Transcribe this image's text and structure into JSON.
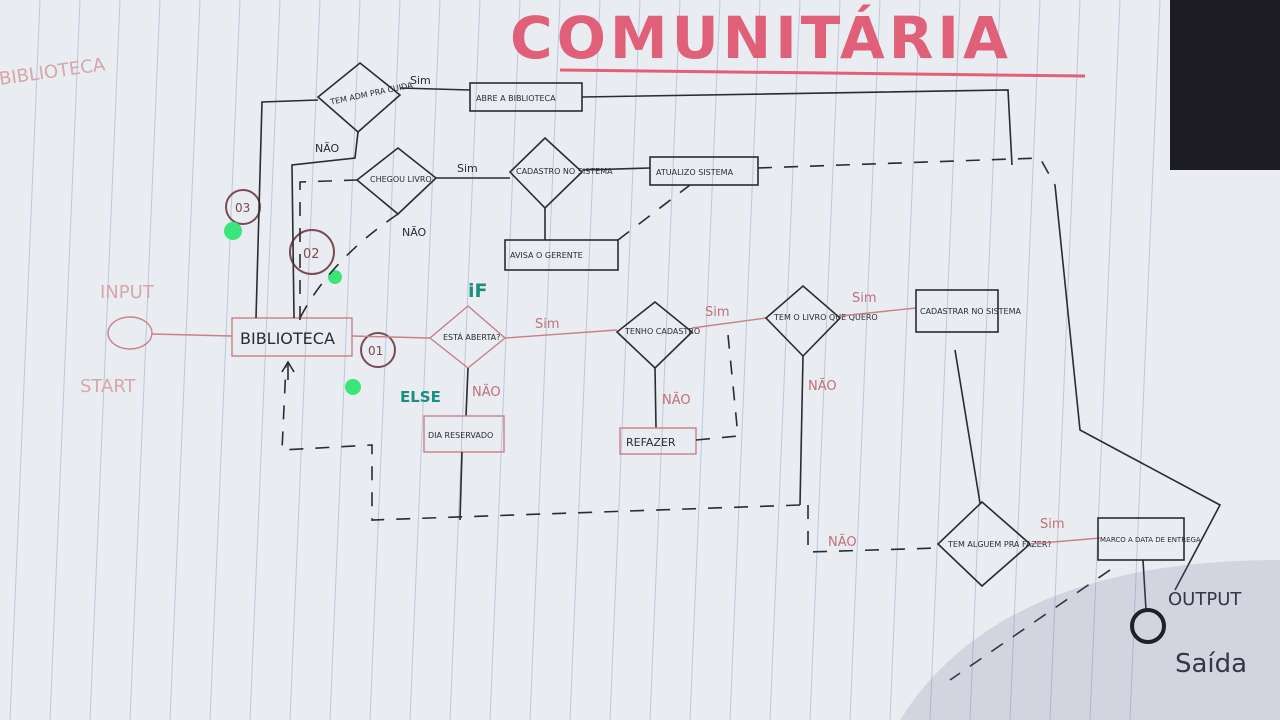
{
  "title": "COMUNITÁRIA",
  "margin_note": "BIBLIOTECA",
  "start": {
    "input_label": "INPUT",
    "start_label": "START"
  },
  "output": {
    "output_label": "OUTPUT",
    "exit_label": "Saída"
  },
  "annotations": {
    "if": "iF",
    "else": "ELSE"
  },
  "circled": {
    "c1": "01",
    "c2": "02",
    "c3": "03"
  },
  "nodes": {
    "biblioteca": "BIBLIOTECA",
    "tem_adm": "TEM ADM PRA CUIDA",
    "abre": "ABRE A BIBLIOTECA",
    "chegou": "CHEGOU LIVRO",
    "cadastro": "CADASTRO NO SISTEMA",
    "atualiza": "ATUALIZO SISTEMA",
    "avisa": "AVISA O GERENTE",
    "esta_aberta": "ESTÁ ABERTA?",
    "dia_reservado": "DIA RESERVADO",
    "tenho_cadastro": "TENHO CADASTRO",
    "refazer": "REFAZER",
    "tem_livro": "TEM O LIVRO QUE QUERO",
    "cadastrar": "CADASTRAR NO SISTEMA",
    "tem_alguem": "TEM ALGUEM PRA FAZER?",
    "marco": "MARCO A DATA DE ENTREGA"
  },
  "edges": {
    "sim": "Sim",
    "nao": "NÃO"
  },
  "colors": {
    "ink": "#2b2b33",
    "red": "#c0707a",
    "green_dot": "#39e67a",
    "teal": "#1a8f80"
  }
}
